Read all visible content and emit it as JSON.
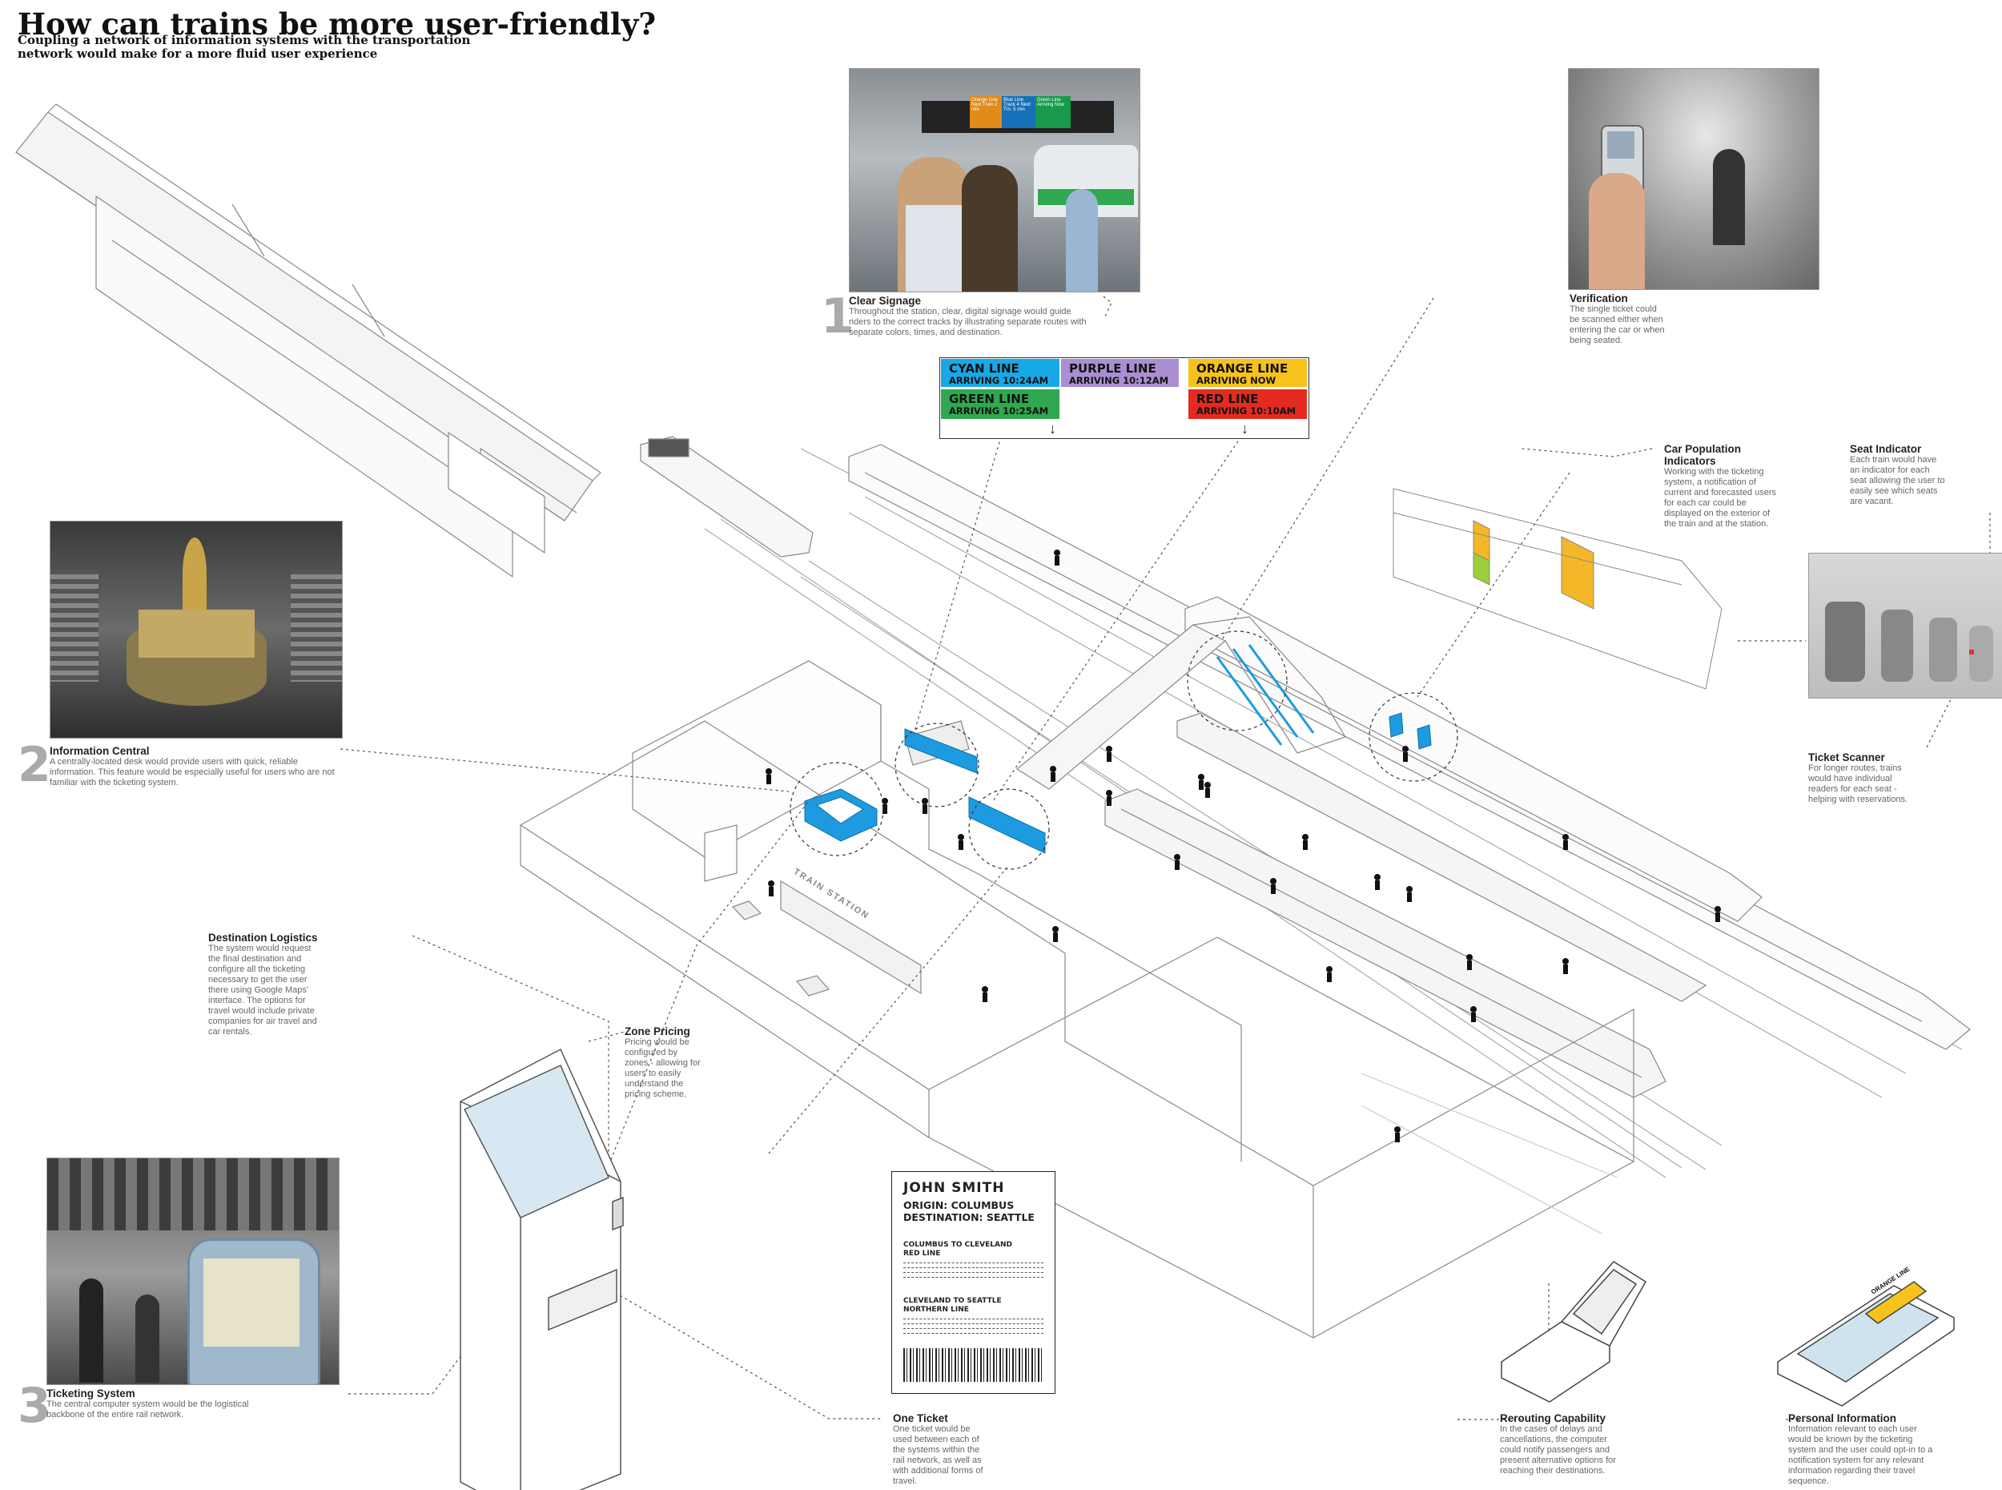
{
  "header": {
    "title": "How can trains be more user-friendly?",
    "subtitle": "Coupling a network of information systems with the transportation network would make for a more fluid user experience"
  },
  "numbers": {
    "n1": "1",
    "n2": "2",
    "n3": "3"
  },
  "annotations": {
    "clear_signage": {
      "title": "Clear Signage",
      "body": "Throughout the station, clear, digital signage would guide riders to the correct tracks by illustrating separate routes with separate colors, times, and destination."
    },
    "verification": {
      "title": "Verification",
      "body": "The single ticket could be scanned either when entering the car or when being seated."
    },
    "car_population": {
      "title": "Car Population Indicators",
      "body": "Working with the ticketing system, a notification of current and forecasted users for each car could be displayed on the exterior of the train and at the station."
    },
    "seat_indicator": {
      "title": "Seat Indicator",
      "body": "Each train would have an indicator for each seat allowing the user to easily see which seats are vacant."
    },
    "ticket_scanner": {
      "title": "Ticket Scanner",
      "body": "For longer routes, trains would have individual readers for each seat - helping with reservations."
    },
    "information_central": {
      "title": "Information Central",
      "body": "A centrally-located desk would provide users with quick, reliable information. This feature would be especially useful for users who are not familiar with the ticketing system."
    },
    "destination_logistics": {
      "title": "Destination Logistics",
      "body": "The system would request the final destination and configure all the ticketing necessary to get the user there using Google Maps' interface. The options for travel would include private companies for air travel and car rentals."
    },
    "zone_pricing": {
      "title": "Zone Pricing",
      "body": "Pricing would be configured by zones - allowing for users to easily understand the pricing scheme."
    },
    "ticketing_system": {
      "title": "Ticketing System",
      "body": "The central computer system would be the logistical backbone of the entire rail network."
    },
    "one_ticket": {
      "title": "One Ticket",
      "body": "One ticket would be used between each of the systems within the rail network, as well as with additional forms of travel."
    },
    "rerouting": {
      "title": "Rerouting Capability",
      "body": "In the cases of delays and cancellations, the computer could notify passengers and present alternative options for reaching their destinations."
    },
    "personal_info": {
      "title": "Personal Information",
      "body": "Information relevant to each user would be known by the ticketing system and the user could opt-in to a notification system for any relevant information regarding their travel sequence."
    }
  },
  "signboard": {
    "cyan": {
      "line": "CYAN LINE",
      "status": "ARRIVING 10:24AM",
      "color": "#19a8e6"
    },
    "purple": {
      "line": "PURPLE LINE",
      "status": "ARRIVING 10:12AM",
      "color": "#a98fd1"
    },
    "orange": {
      "line": "ORANGE LINE",
      "status": "ARRIVING NOW",
      "color": "#f6c21b"
    },
    "green": {
      "line": "GREEN LINE",
      "status": "ARRIVING 10:25AM",
      "color": "#2fa84f"
    },
    "red": {
      "line": "RED LINE",
      "status": "ARRIVING 10:10AM",
      "color": "#e52a22"
    }
  },
  "photo_sign": {
    "orange": "Orange Line Next Train 2 min",
    "blue": "Blue Line Track 4 Next Trn. 5 min",
    "green": "Green Line Arriving Now"
  },
  "ticket": {
    "name": "JOHN SMITH",
    "origin": "ORIGIN: COLUMBUS",
    "destination": "DESTINATION: SEATTLE",
    "leg1_route": "COLUMBUS TO CLEVELAND",
    "leg1_line": "RED LINE",
    "leg2_route": "CLEVELAND TO SEATTLE",
    "leg2_line": "NORTHERN LINE"
  },
  "building_label": "TRAIN STATION",
  "phone_label": "ORANGE LINE",
  "colors": {
    "accent_blue": "#1e9be0",
    "car_yellow": "#f4b728",
    "car_green": "#9ccf3a",
    "number_gray": "#aaaaaa"
  }
}
